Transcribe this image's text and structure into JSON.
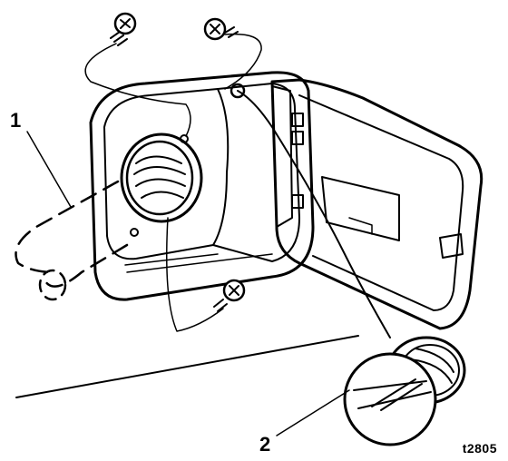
{
  "diagram": {
    "callouts": [
      {
        "id": "1",
        "label": "1"
      },
      {
        "id": "2",
        "label": "2"
      }
    ],
    "figure_code": "t2805"
  }
}
